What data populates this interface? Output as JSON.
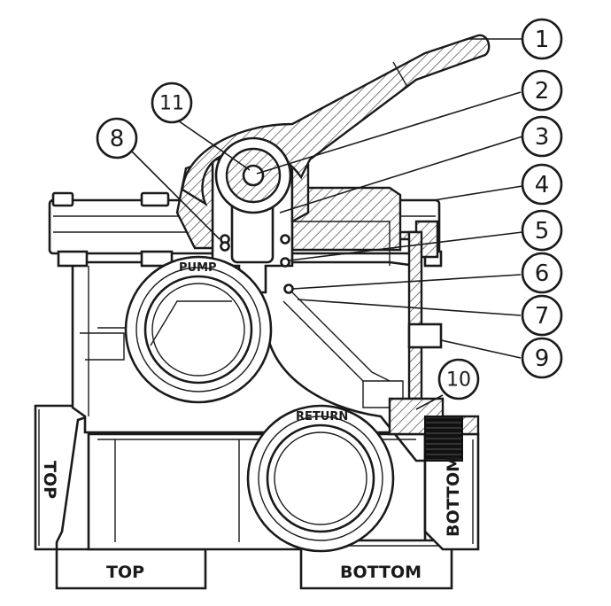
{
  "callouts": [
    "1",
    "2",
    "3",
    "4",
    "5",
    "6",
    "7",
    "8",
    "9",
    "10",
    "11"
  ],
  "port_labels": {
    "pump": "PUMP",
    "return": "RETURN",
    "top_left": "TOP",
    "top_bottom": "TOP",
    "bottom_bottom": "BOTTOM",
    "bottom_right": "BOTTOM"
  }
}
